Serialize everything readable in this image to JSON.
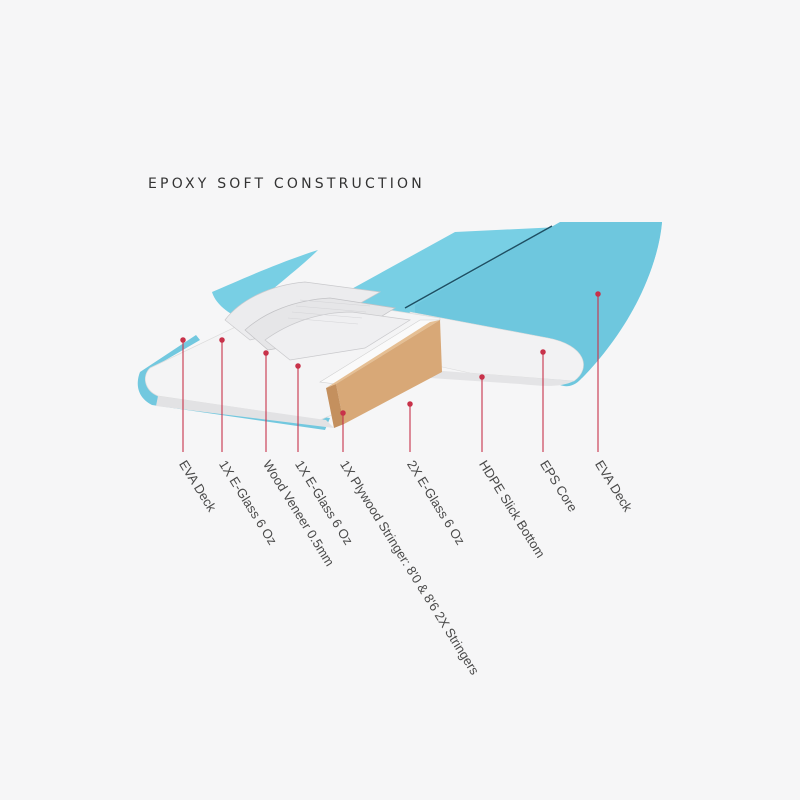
{
  "title": "EPOXY SOFT CONSTRUCTION",
  "colors": {
    "deck": "#78cfe4",
    "deck_dark": "#5fbfd7",
    "core": "#f3f3f4",
    "stringer": "#d8a877",
    "leader": "#c8324a"
  },
  "layers": [
    {
      "label": "EVA Deck"
    },
    {
      "label": "1X E-Glass 6 Oz"
    },
    {
      "label": "Wood Veneer 0.5mm"
    },
    {
      "label": "1X E-Glass 6 Oz"
    },
    {
      "label": "1X Plywood Stringer: 8'0 & 8'6 2X Stringers"
    },
    {
      "label": "2X E-Glass 6 Oz"
    },
    {
      "label": "HDPE Slick Bottom"
    },
    {
      "label": "EPS Core"
    },
    {
      "label": "EVA Deck"
    }
  ]
}
